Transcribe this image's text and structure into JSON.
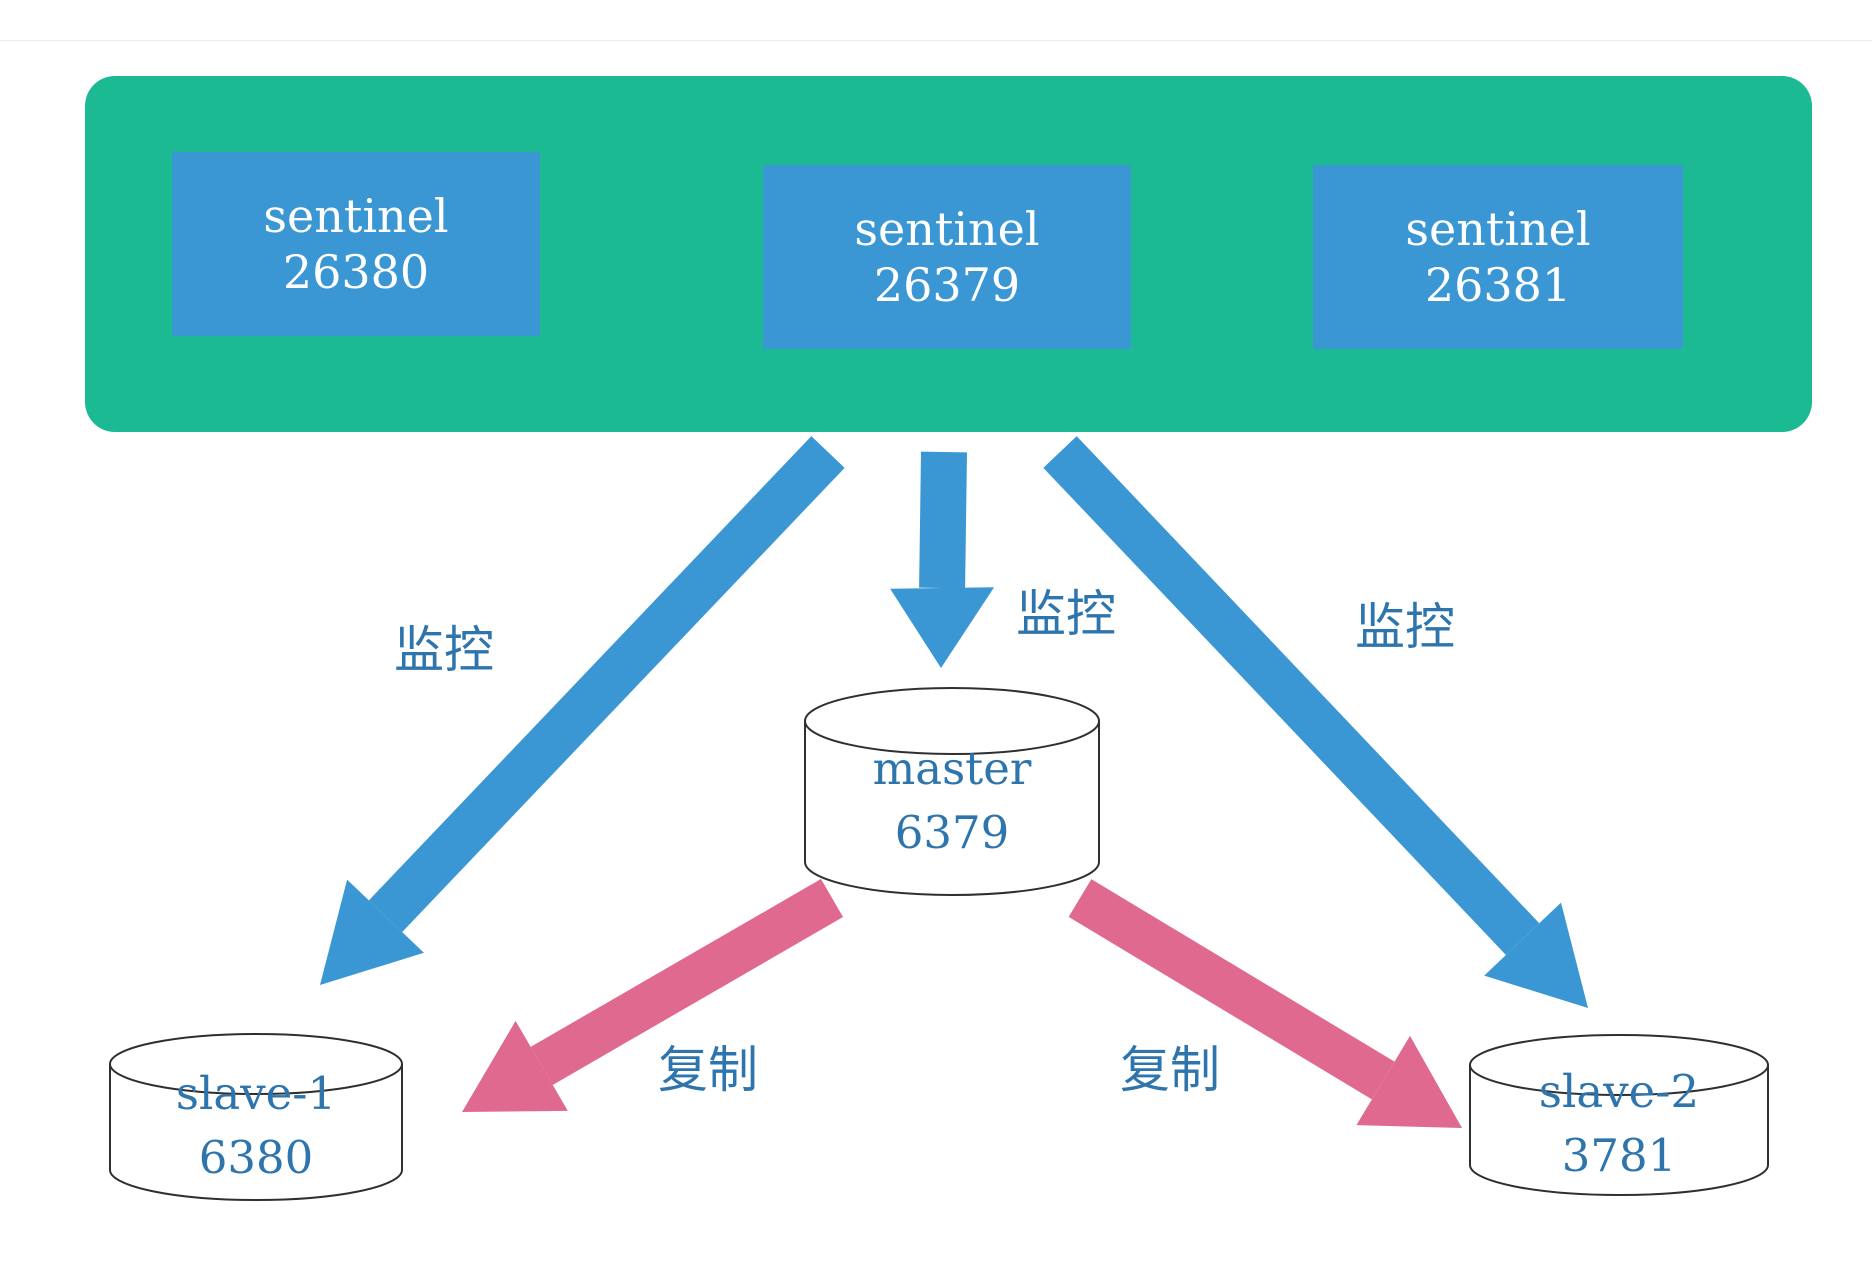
{
  "colors": {
    "panel-green": "#1bba93",
    "box-blue": "#3b97d4",
    "arrow-blue": "#3b97d4",
    "arrow-pink": "#e0698f",
    "text-blue": "#2e75ad",
    "cyl-stroke": "#2f2f2f",
    "divider-gray": "#ebebeb"
  },
  "sentinels": [
    {
      "name": "sentinel",
      "port": "26380"
    },
    {
      "name": "sentinel",
      "port": "26379"
    },
    {
      "name": "sentinel",
      "port": "26381"
    }
  ],
  "nodes": {
    "master": {
      "name": "master",
      "port": "6379"
    },
    "slave1": {
      "name": "slave-1",
      "port": "6380"
    },
    "slave2": {
      "name": "slave-2",
      "port": "3781"
    }
  },
  "labels": {
    "monitor_left": "监控",
    "monitor_middle": "监控",
    "monitor_right": "监控",
    "replicate_left": "复制",
    "replicate_right": "复制"
  }
}
